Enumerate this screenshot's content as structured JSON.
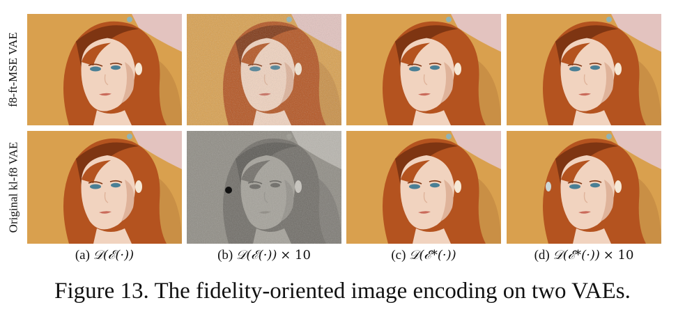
{
  "rows": [
    {
      "label": "f8-ft-MSE VAE"
    },
    {
      "label": "Original kl-f8 VAE"
    }
  ],
  "panels": [
    [
      {
        "style": "clean"
      },
      {
        "style": "noisy"
      },
      {
        "style": "clean"
      },
      {
        "style": "clean"
      }
    ],
    [
      {
        "style": "clean"
      },
      {
        "style": "gray-noisy"
      },
      {
        "style": "clean"
      },
      {
        "style": "artifact"
      }
    ]
  ],
  "captions": [
    {
      "tag": "(a)",
      "math": "𝒟(ℰ(·))",
      "suffix": ""
    },
    {
      "tag": "(b)",
      "math": "𝒟(ℰ(·))",
      "suffix": "× 10"
    },
    {
      "tag": "(c)",
      "math": "𝒟(ℰ*(·))",
      "suffix": ""
    },
    {
      "tag": "(d)",
      "math": "𝒟(ℰ*(·))",
      "suffix": "× 10"
    }
  ],
  "figure_caption": "Figure 13. The fidelity-oriented image encoding on two VAEs.",
  "colors": {
    "background": "#d9a04e",
    "hair": "#b4531f",
    "hair_dark": "#7e3512",
    "skin": "#f1d3bf",
    "skin_shadow": "#dfb39a",
    "lips": "#c96a5a",
    "eyes": "#4a7f95",
    "pink_patch": "#e3c3bf",
    "gray_bg": "#8f8c84",
    "gray_face": "#a4a199"
  }
}
